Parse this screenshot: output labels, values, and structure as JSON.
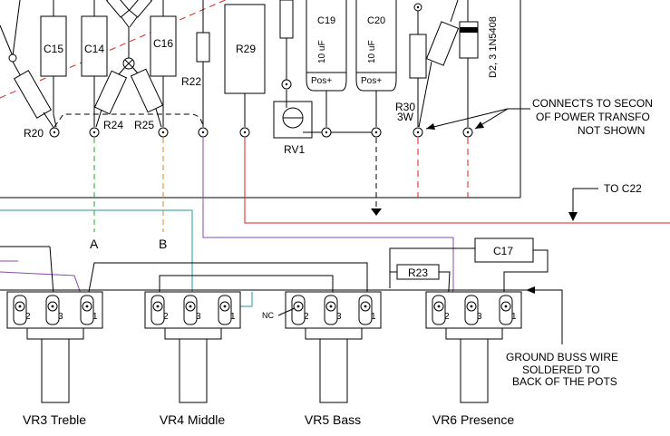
{
  "components": {
    "C15": "C15",
    "C14": "C14",
    "C16": "C16",
    "R22": "R22",
    "R29": "R29",
    "C19": "C19",
    "C20": "C20",
    "R20": "R20",
    "R24": "R24",
    "R25": "R25",
    "RV1": "RV1",
    "R30": "R30",
    "R30_rating": "3W",
    "C17": "C17",
    "R23": "R23",
    "cap_value": "10 uF",
    "cap_polarity": "Pos+",
    "diode_label": "D2, 3  1N5408"
  },
  "notes": {
    "connects_line1": "CONNECTS TO SECON",
    "connects_line2": "OF POWER TRANSFO",
    "connects_line3": "NOT SHOWN",
    "to_c22": "TO C22",
    "ground_line1": "GROUND BUSS WIRE",
    "ground_line2": "SOLDERED TO",
    "ground_line3": "BACK OF THE POTS"
  },
  "points": {
    "A": "A",
    "B": "B"
  },
  "pin_labels": {
    "p1": "1",
    "p2": "2",
    "p3": "3",
    "nc": "NC"
  },
  "pots": [
    {
      "ref": "VR3",
      "name": "VR3 Treble"
    },
    {
      "ref": "VR4",
      "name": "VR4 Middle"
    },
    {
      "ref": "VR5",
      "name": "VR5 Bass"
    },
    {
      "ref": "VR6",
      "name": "VR6 Presence"
    }
  ],
  "wire_colors": {
    "green": "#22aa22",
    "orange": "#e08020",
    "purple": "#8a4bb0",
    "red": "#dd2222",
    "cyan": "#2a9a9a",
    "black": "#000000"
  }
}
